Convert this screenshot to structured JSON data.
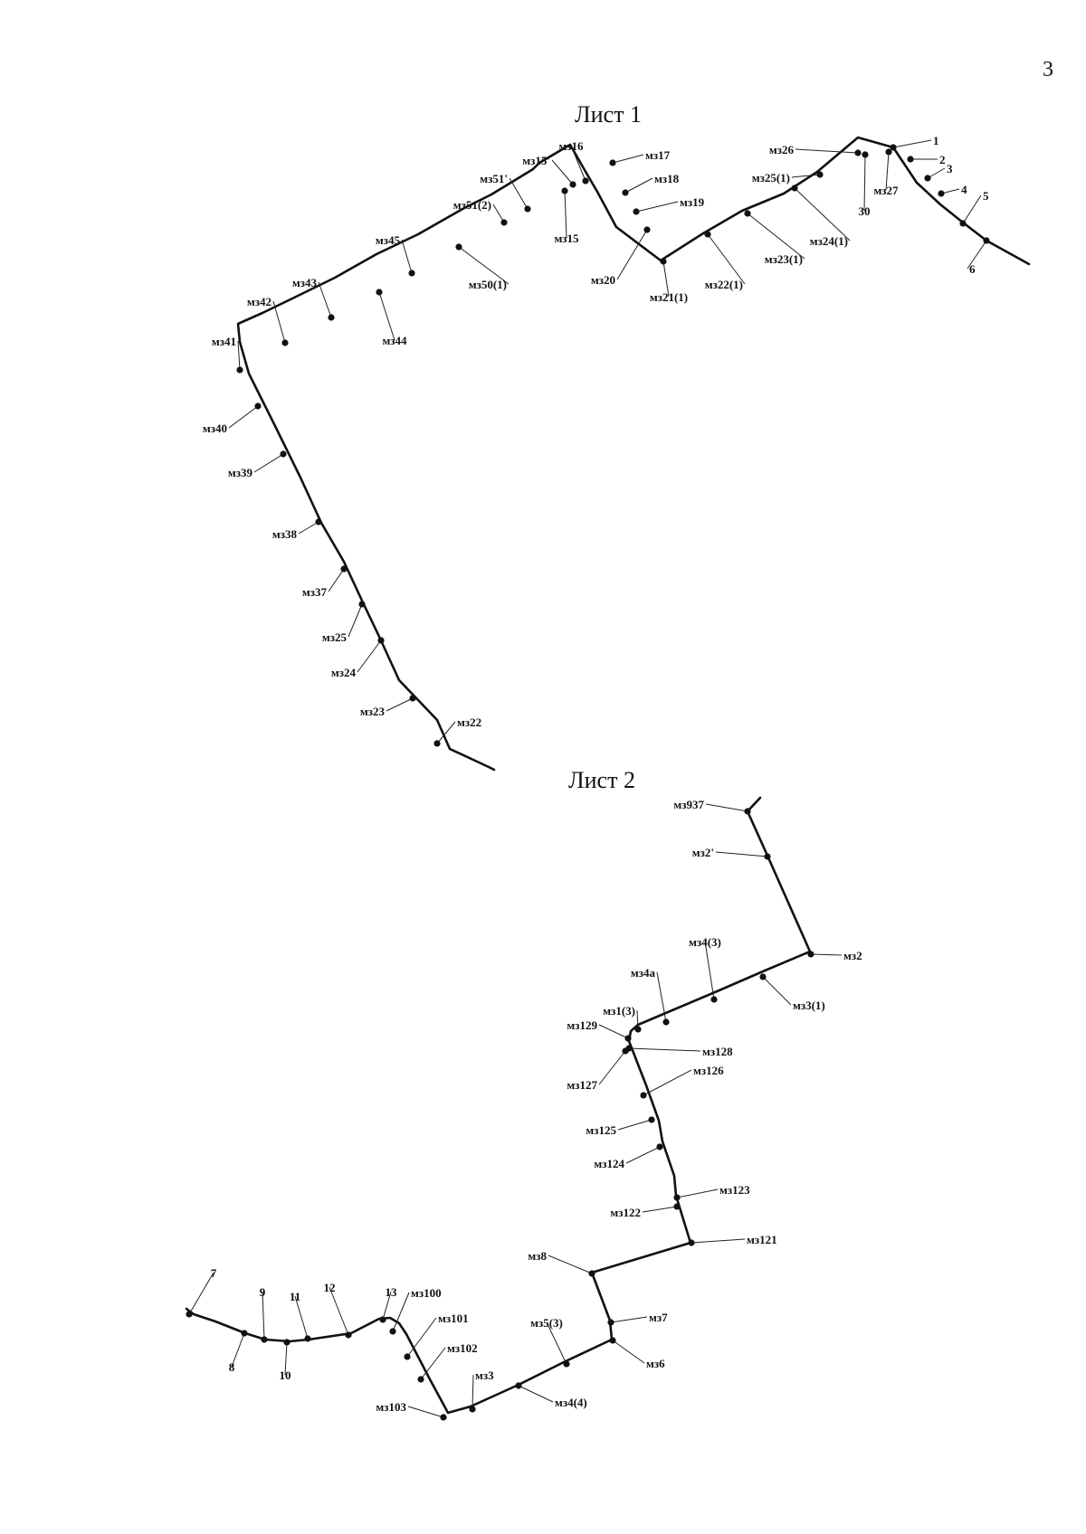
{
  "page_number": "3",
  "sheets": [
    {
      "title": "Лист 1",
      "points": [
        {
          "label": "1"
        },
        {
          "label": "2"
        },
        {
          "label": "3"
        },
        {
          "label": "4"
        },
        {
          "label": "5"
        },
        {
          "label": "6"
        },
        {
          "label": "мз26"
        },
        {
          "label": "30"
        },
        {
          "label": "мз27"
        },
        {
          "label": "мз25(1)"
        },
        {
          "label": "мз24(1)"
        },
        {
          "label": "мз23(1)"
        },
        {
          "label": "мз22(1)"
        },
        {
          "label": "мз21(1)"
        },
        {
          "label": "мз20"
        },
        {
          "label": "мз19"
        },
        {
          "label": "мз18"
        },
        {
          "label": "мз17"
        },
        {
          "label": "мз16"
        },
        {
          "label": "мз15'"
        },
        {
          "label": "мз15"
        },
        {
          "label": "мз51'"
        },
        {
          "label": "мз51(2)"
        },
        {
          "label": "мз50(1)"
        },
        {
          "label": "мз45"
        },
        {
          "label": "мз44"
        },
        {
          "label": "мз43"
        },
        {
          "label": "мз42"
        },
        {
          "label": "мз41"
        },
        {
          "label": "мз40"
        },
        {
          "label": "мз39"
        },
        {
          "label": "мз38"
        },
        {
          "label": "мз37"
        },
        {
          "label": "мз25"
        },
        {
          "label": "мз24"
        },
        {
          "label": "мз23"
        },
        {
          "label": "мз22"
        }
      ]
    },
    {
      "title": "Лист 2",
      "points": [
        {
          "label": "мз937"
        },
        {
          "label": "мз2'"
        },
        {
          "label": "мз2"
        },
        {
          "label": "мз3(1)"
        },
        {
          "label": "мз4(3)"
        },
        {
          "label": "мз4а"
        },
        {
          "label": "мз1(3)"
        },
        {
          "label": "мз129"
        },
        {
          "label": "мз128"
        },
        {
          "label": "мз127"
        },
        {
          "label": "мз126"
        },
        {
          "label": "мз125"
        },
        {
          "label": "мз124"
        },
        {
          "label": "мз123"
        },
        {
          "label": "мз122"
        },
        {
          "label": "мз121"
        },
        {
          "label": "мз8"
        },
        {
          "label": "мз7"
        },
        {
          "label": "мз6"
        },
        {
          "label": "мз5(3)"
        },
        {
          "label": "мз4(4)"
        },
        {
          "label": "мз3"
        },
        {
          "label": "мз103"
        },
        {
          "label": "мз102"
        },
        {
          "label": "мз101"
        },
        {
          "label": "мз100"
        },
        {
          "label": "13"
        },
        {
          "label": "12"
        },
        {
          "label": "11"
        },
        {
          "label": "10"
        },
        {
          "label": "9"
        },
        {
          "label": "8"
        },
        {
          "label": "7"
        }
      ]
    }
  ]
}
